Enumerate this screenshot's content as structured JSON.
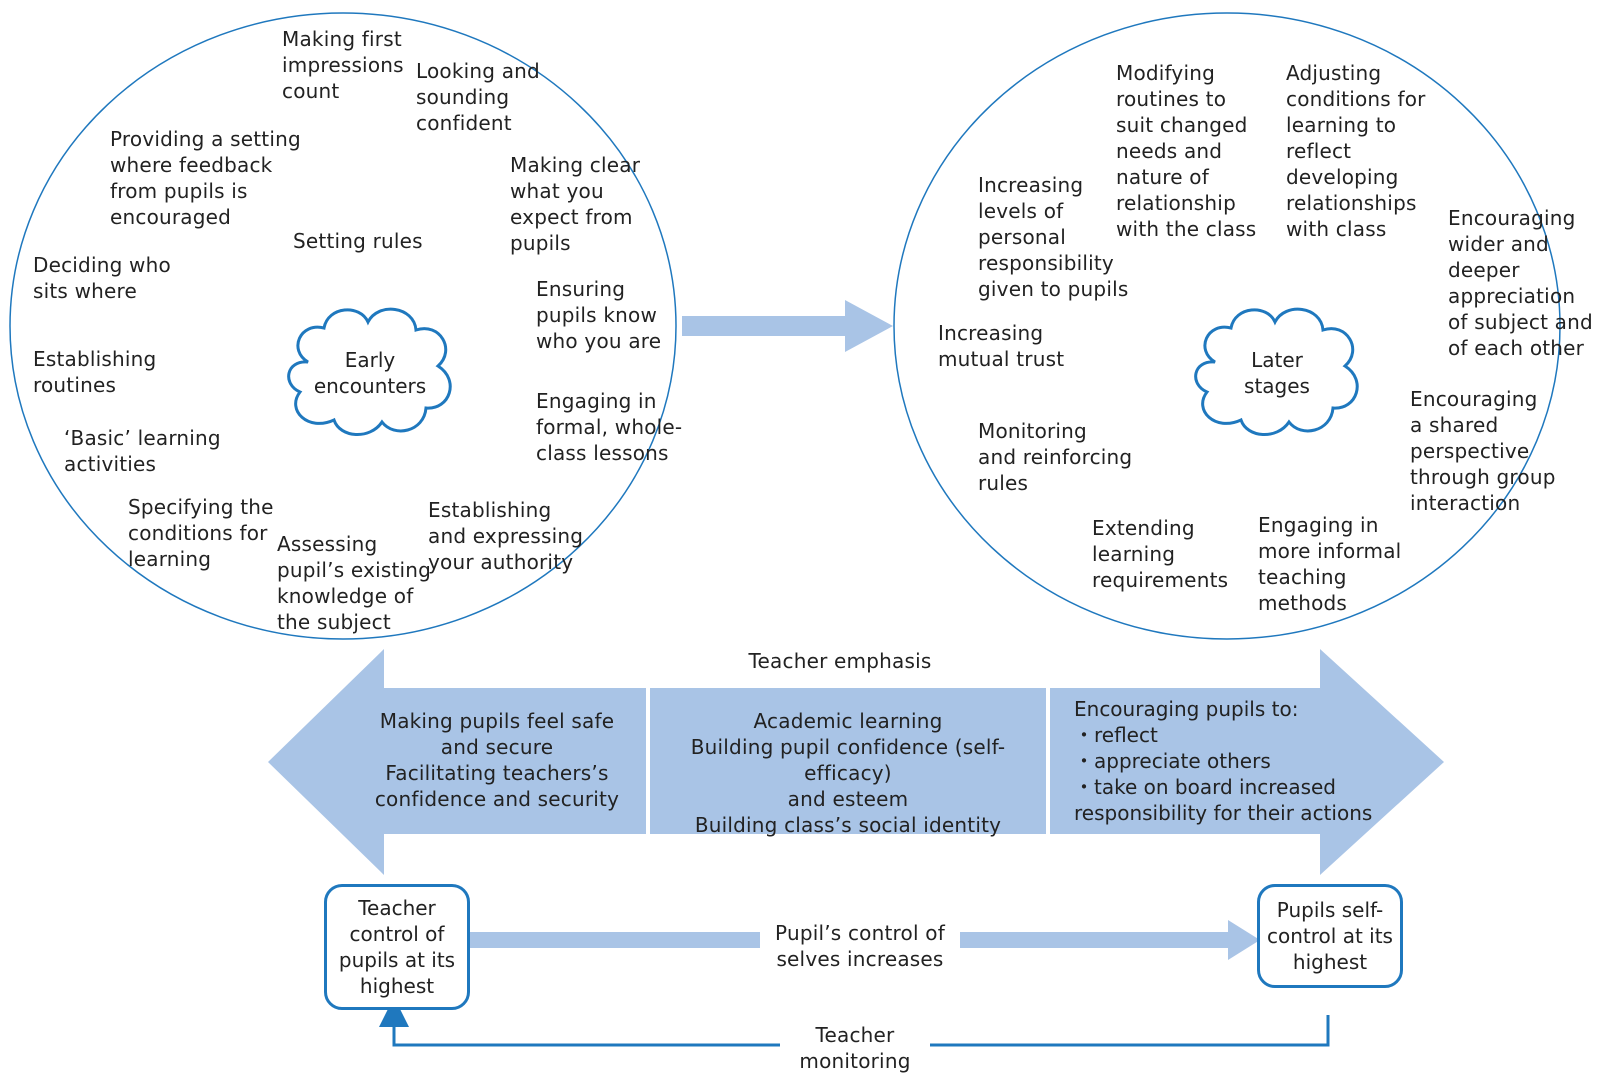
{
  "colors": {
    "ellipse_stroke": "#1f78be",
    "arrow_fill": "#a9c4e6",
    "box_stroke": "#1f78be",
    "text": "#222222"
  },
  "early": {
    "cloud": "Early\nencounters",
    "items": [
      "Making first\nimpressions\ncount",
      "Looking and\nsounding\nconfident",
      "Providing a setting\nwhere feedback\nfrom pupils is\nencouraged",
      "Making clear\nwhat you\nexpect from\npupils",
      "Setting rules",
      "Deciding who\nsits where",
      "Ensuring\npupils know\nwho you are",
      "Establishing\nroutines",
      "Engaging in\nformal, whole-\nclass lessons",
      "‘Basic’ learning\nactivities",
      "Specifying the\nconditions for\nlearning",
      "Establishing\nand expressing\nyour authority",
      "Assessing\npupil’s existing\nknowledge of\nthe subject"
    ]
  },
  "later": {
    "cloud": "Later\nstages",
    "items": [
      "Modifying\nroutines to\nsuit changed\nneeds and\nnature of\nrelationship\nwith the class",
      "Adjusting\nconditions for\nlearning to\nreflect\ndeveloping\nrelationships\nwith class",
      "Increasing\nlevels of\npersonal\nresponsibility\ngiven to pupils",
      "Encouraging\nwider and\ndeeper\nappreciation\nof subject and\nof each other",
      "Increasing\nmutual trust",
      "Encouraging\na shared\nperspective\nthrough group\ninteraction",
      "Monitoring\nand reinforcing\nrules",
      "Extending\nlearning\nrequirements",
      "Engaging in\nmore informal\nteaching\nmethods"
    ]
  },
  "emphasis": {
    "title": "Teacher emphasis",
    "left": "Making pupils feel safe\nand secure\nFacilitating teachers’s\nconfidence and security",
    "middle": "Academic learning\nBuilding pupil confidence (self-efficacy)\nand esteem\nBuilding class’s social identity",
    "right_heading": "Encouraging pupils to:",
    "right_bullets": [
      "・reflect",
      "・appreciate others",
      "・take on board increased\n   responsibility for their actions"
    ]
  },
  "control": {
    "teacher_box": "Teacher\ncontrol of\npupils at its\nhighest",
    "pupil_box": "Pupils self-\ncontrol at its\nhighest",
    "middle": "Pupil’s control of\nselves increases",
    "monitoring": "Teacher\nmonitoring"
  }
}
